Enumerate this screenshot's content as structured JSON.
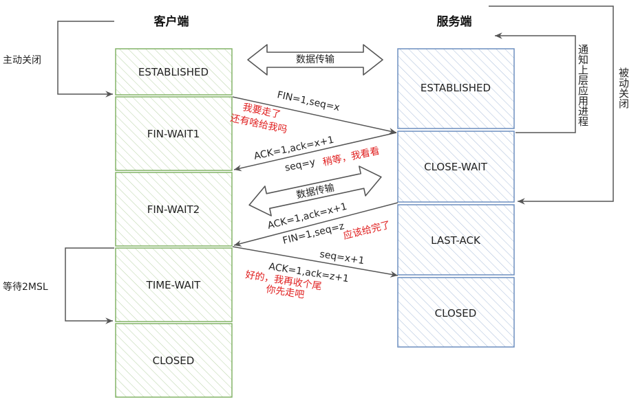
{
  "headers": {
    "client": "客户端",
    "server": "服务端"
  },
  "client_states": [
    "ESTABLISHED",
    "FIN-WAIT1",
    "FIN-WAIT2",
    "TIME-WAIT",
    "CLOSED"
  ],
  "server_states": [
    "ESTABLISHED",
    "CLOSE-WAIT",
    "LAST-ACK",
    "CLOSED"
  ],
  "side_labels": {
    "active_close": "主动关闭",
    "wait_2msl": "等待2MSL"
  },
  "vertical_labels": {
    "notify_upper": "通知上层应用进程",
    "passive_close": "被动关闭"
  },
  "data_transfer": [
    "数据传输",
    "数据传输"
  ],
  "messages": {
    "fin1": "FIN=1,seq=x",
    "ack1": "ACK=1,ack=x+1",
    "seq_y": "seq=y",
    "ack2": "ACK=1,ack=x+1",
    "fin2": "FIN=1,seq=z",
    "seq_x1": "seq=x+1",
    "ack3": "ACK=1,ack=z+1"
  },
  "notes": {
    "fin1_a": "我要走了",
    "fin1_b": "还有啥给我吗",
    "ack1": "稍等，我看看",
    "fin2": "应该给完了",
    "ack3_a": "好的，我再收个尾",
    "ack3_b": "你先走吧"
  },
  "colors": {
    "client_stroke": "#82b366",
    "client_fill": "#d5e8d4",
    "server_stroke": "#6c8ebf",
    "server_fill": "#dae8fc",
    "note_text": "#e02020",
    "line": "#555555"
  }
}
